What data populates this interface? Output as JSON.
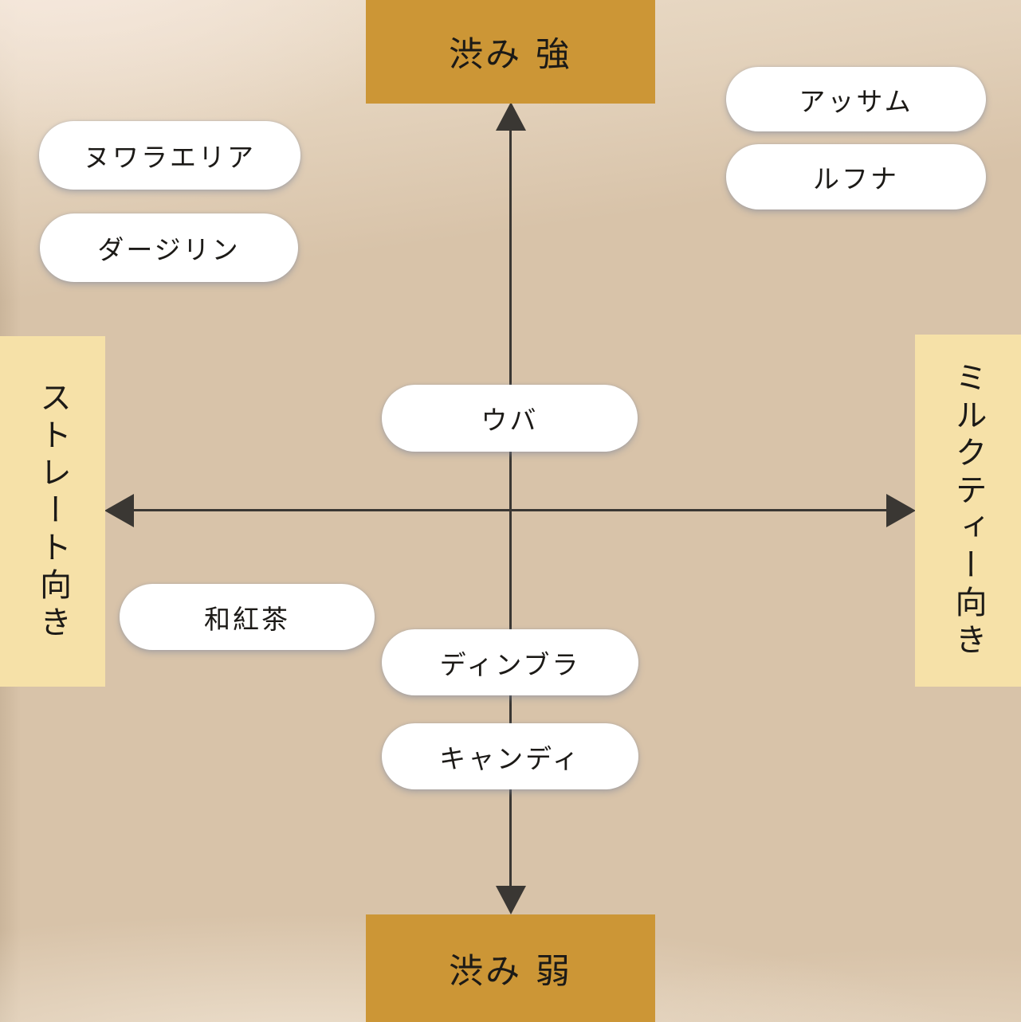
{
  "axes": {
    "top": "渋み 強",
    "bottom": "渋み 弱",
    "left": "ストレート向き",
    "right": "ミルクティー向き"
  },
  "teas": [
    {
      "id": "nuwara-eliya",
      "label": "ヌワラエリア"
    },
    {
      "id": "darjeeling",
      "label": "ダージリン"
    },
    {
      "id": "assam",
      "label": "アッサム"
    },
    {
      "id": "ruhuna",
      "label": "ルフナ"
    },
    {
      "id": "uva",
      "label": "ウバ"
    },
    {
      "id": "wakoucha",
      "label": "和紅茶"
    },
    {
      "id": "dimbula",
      "label": "ディンブラ"
    },
    {
      "id": "kandy",
      "label": "キャンディ"
    }
  ],
  "colors": {
    "gold_banner": "#cc9636",
    "cream_banner": "#f6e1a8",
    "background": "#d8c3a9",
    "arrow": "#3a3733",
    "ink": "#1c1a17",
    "pill": "#ffffff"
  }
}
